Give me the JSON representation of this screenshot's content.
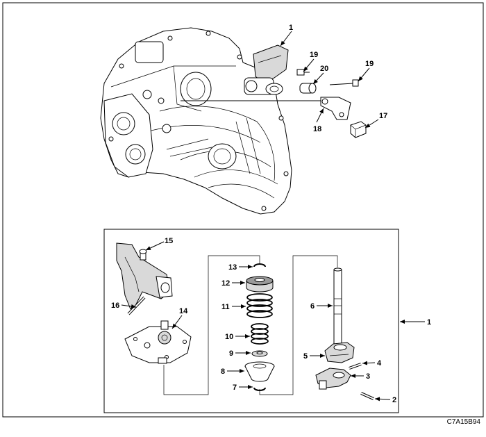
{
  "figure_code": "C7A15B94",
  "callouts": {
    "c1_top": "1",
    "c19_a": "19",
    "c20": "20",
    "c19_b": "19",
    "c18": "18",
    "c17": "17",
    "c15": "15",
    "c16": "16",
    "c14": "14",
    "c13": "13",
    "c12": "12",
    "c11": "11",
    "c10": "10",
    "c9": "9",
    "c8": "8",
    "c7": "7",
    "c6": "6",
    "c5": "5",
    "c4": "4",
    "c3": "3",
    "c2": "2",
    "c1_right": "1"
  }
}
